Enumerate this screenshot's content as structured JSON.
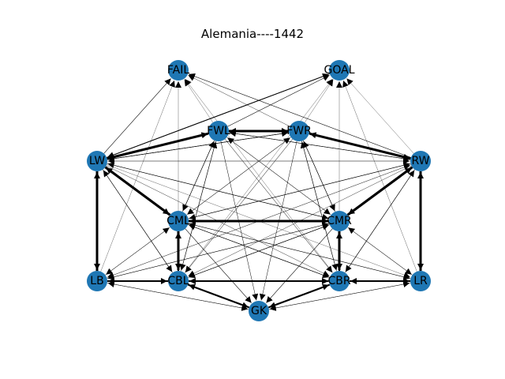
{
  "title": "Alemania----1442",
  "colors": {
    "node": "#1f77b4",
    "edge": "#000000",
    "label": "#000000",
    "background": "#ffffff"
  },
  "nodes": [
    {
      "id": "FAIL",
      "label": "FAIL"
    },
    {
      "id": "GOAL",
      "label": "GOAL"
    },
    {
      "id": "FWL",
      "label": "FWL"
    },
    {
      "id": "FWR",
      "label": "FWR"
    },
    {
      "id": "LW",
      "label": "LW"
    },
    {
      "id": "RW",
      "label": "RW"
    },
    {
      "id": "CML",
      "label": "CML"
    },
    {
      "id": "CMR",
      "label": "CMR"
    },
    {
      "id": "LB",
      "label": "LB"
    },
    {
      "id": "CBL",
      "label": "CBL"
    },
    {
      "id": "CBR",
      "label": "CBR"
    },
    {
      "id": "LR",
      "label": "LR"
    },
    {
      "id": "GK",
      "label": "GK"
    }
  ],
  "edges": [
    {
      "source": "LW",
      "target": "LB",
      "weight": 3
    },
    {
      "source": "LB",
      "target": "LW",
      "weight": 3
    },
    {
      "source": "RW",
      "target": "LR",
      "weight": 3
    },
    {
      "source": "LR",
      "target": "RW",
      "weight": 3
    },
    {
      "source": "LW",
      "target": "FWL",
      "weight": 3
    },
    {
      "source": "FWL",
      "target": "LW",
      "weight": 2
    },
    {
      "source": "RW",
      "target": "FWR",
      "weight": 3
    },
    {
      "source": "FWR",
      "target": "RW",
      "weight": 2
    },
    {
      "source": "FWL",
      "target": "FWR",
      "weight": 3
    },
    {
      "source": "FWR",
      "target": "FWL",
      "weight": 3
    },
    {
      "source": "LW",
      "target": "CML",
      "weight": 3
    },
    {
      "source": "CML",
      "target": "LW",
      "weight": 3
    },
    {
      "source": "RW",
      "target": "CMR",
      "weight": 3
    },
    {
      "source": "CMR",
      "target": "RW",
      "weight": 3
    },
    {
      "source": "CML",
      "target": "CMR",
      "weight": 3
    },
    {
      "source": "CMR",
      "target": "CML",
      "weight": 2
    },
    {
      "source": "CML",
      "target": "CBL",
      "weight": 3
    },
    {
      "source": "CBL",
      "target": "CML",
      "weight": 2
    },
    {
      "source": "CMR",
      "target": "CBR",
      "weight": 3
    },
    {
      "source": "CBR",
      "target": "CMR",
      "weight": 2
    },
    {
      "source": "LB",
      "target": "CBL",
      "weight": 2
    },
    {
      "source": "CBL",
      "target": "LB",
      "weight": 2
    },
    {
      "source": "LR",
      "target": "CBR",
      "weight": 2
    },
    {
      "source": "CBR",
      "target": "LR",
      "weight": 2
    },
    {
      "source": "CBL",
      "target": "CBR",
      "weight": 2
    },
    {
      "source": "CBR",
      "target": "CBL",
      "weight": 1.5
    },
    {
      "source": "CBL",
      "target": "GK",
      "weight": 2
    },
    {
      "source": "GK",
      "target": "CBL",
      "weight": 2
    },
    {
      "source": "CBR",
      "target": "GK",
      "weight": 2
    },
    {
      "source": "GK",
      "target": "CBR",
      "weight": 2
    },
    {
      "source": "LW",
      "target": "GOAL",
      "weight": 1
    },
    {
      "source": "GOAL",
      "target": "LW",
      "weight": 0.8
    },
    {
      "source": "LW",
      "target": "FAIL",
      "weight": 0.6
    },
    {
      "source": "RW",
      "target": "FAIL",
      "weight": 0.6
    },
    {
      "source": "RW",
      "target": "GOAL",
      "weight": 0.3
    },
    {
      "source": "FWL",
      "target": "GOAL",
      "weight": 0.6
    },
    {
      "source": "FWR",
      "target": "FAIL",
      "weight": 0.4
    },
    {
      "source": "FWR",
      "target": "GOAL",
      "weight": 0.3
    },
    {
      "source": "FWL",
      "target": "FAIL",
      "weight": 0.3
    },
    {
      "source": "CML",
      "target": "FAIL",
      "weight": 0.3
    },
    {
      "source": "CMR",
      "target": "GOAL",
      "weight": 0.3
    },
    {
      "source": "CBL",
      "target": "GOAL",
      "weight": 0.3
    },
    {
      "source": "CBR",
      "target": "FAIL",
      "weight": 0.3
    },
    {
      "source": "LR",
      "target": "GOAL",
      "weight": 0.3
    },
    {
      "source": "LB",
      "target": "FAIL",
      "weight": 0.3
    },
    {
      "source": "LB",
      "target": "CML",
      "weight": 0.5
    },
    {
      "source": "CML",
      "target": "LB",
      "weight": 0.4
    },
    {
      "source": "LR",
      "target": "CMR",
      "weight": 0.5
    },
    {
      "source": "CMR",
      "target": "LR",
      "weight": 0.4
    },
    {
      "source": "LW",
      "target": "FWR",
      "weight": 0.6
    },
    {
      "source": "FWR",
      "target": "LW",
      "weight": 0.6
    },
    {
      "source": "RW",
      "target": "FWL",
      "weight": 0.6
    },
    {
      "source": "FWL",
      "target": "RW",
      "weight": 0.4
    },
    {
      "source": "LW",
      "target": "CMR",
      "weight": 0.6
    },
    {
      "source": "CMR",
      "target": "LW",
      "weight": 0.5
    },
    {
      "source": "RW",
      "target": "CML",
      "weight": 0.6
    },
    {
      "source": "CML",
      "target": "RW",
      "weight": 0.5
    },
    {
      "source": "LW",
      "target": "CBL",
      "weight": 0.6
    },
    {
      "source": "CBL",
      "target": "LW",
      "weight": 0.5
    },
    {
      "source": "RW",
      "target": "CBR",
      "weight": 0.6
    },
    {
      "source": "CBR",
      "target": "RW",
      "weight": 0.5
    },
    {
      "source": "LW",
      "target": "CBR",
      "weight": 0.4
    },
    {
      "source": "RW",
      "target": "CBL",
      "weight": 0.4
    },
    {
      "source": "FWL",
      "target": "CML",
      "weight": 0.6
    },
    {
      "source": "CML",
      "target": "FWL",
      "weight": 0.5
    },
    {
      "source": "FWR",
      "target": "CMR",
      "weight": 0.6
    },
    {
      "source": "CMR",
      "target": "FWR",
      "weight": 0.5
    },
    {
      "source": "FWL",
      "target": "CMR",
      "weight": 0.5
    },
    {
      "source": "CMR",
      "target": "FWL",
      "weight": 0.4
    },
    {
      "source": "FWR",
      "target": "CML",
      "weight": 0.5
    },
    {
      "source": "CML",
      "target": "FWR",
      "weight": 0.4
    },
    {
      "source": "FWL",
      "target": "CBL",
      "weight": 0.6
    },
    {
      "source": "FWR",
      "target": "CBR",
      "weight": 0.6
    },
    {
      "source": "FWL",
      "target": "CBR",
      "weight": 0.5
    },
    {
      "source": "FWR",
      "target": "CBL",
      "weight": 0.5
    },
    {
      "source": "FWL",
      "target": "GK",
      "weight": 0.5
    },
    {
      "source": "FWR",
      "target": "GK",
      "weight": 0.5
    },
    {
      "source": "CML",
      "target": "GK",
      "weight": 0.6
    },
    {
      "source": "CMR",
      "target": "GK",
      "weight": 0.6
    },
    {
      "source": "CML",
      "target": "CBR",
      "weight": 0.6
    },
    {
      "source": "CBR",
      "target": "CML",
      "weight": 0.5
    },
    {
      "source": "CMR",
      "target": "CBL",
      "weight": 0.6
    },
    {
      "source": "CBL",
      "target": "CMR",
      "weight": 0.5
    },
    {
      "source": "LB",
      "target": "CMR",
      "weight": 0.4
    },
    {
      "source": "LR",
      "target": "CML",
      "weight": 0.4
    },
    {
      "source": "CMR",
      "target": "LB",
      "weight": 0.5
    },
    {
      "source": "CML",
      "target": "LR",
      "weight": 0.5
    },
    {
      "source": "LB",
      "target": "GK",
      "weight": 0.4
    },
    {
      "source": "GK",
      "target": "LB",
      "weight": 0.4
    },
    {
      "source": "LR",
      "target": "GK",
      "weight": 0.4
    },
    {
      "source": "GK",
      "target": "LR",
      "weight": 0.4
    },
    {
      "source": "LB",
      "target": "CBR",
      "weight": 0.4
    },
    {
      "source": "LR",
      "target": "CBL",
      "weight": 0.4
    },
    {
      "source": "LW",
      "target": "RW",
      "weight": 0.3
    },
    {
      "source": "RW",
      "target": "LW",
      "weight": 0.3
    },
    {
      "source": "LW",
      "target": "LR",
      "weight": 0.3
    },
    {
      "source": "RW",
      "target": "LB",
      "weight": 0.3
    },
    {
      "source": "LB",
      "target": "RW",
      "weight": 0.3
    },
    {
      "source": "CBL",
      "target": "FWL",
      "weight": 0.3
    },
    {
      "source": "CBR",
      "target": "FWR",
      "weight": 0.3
    }
  ]
}
